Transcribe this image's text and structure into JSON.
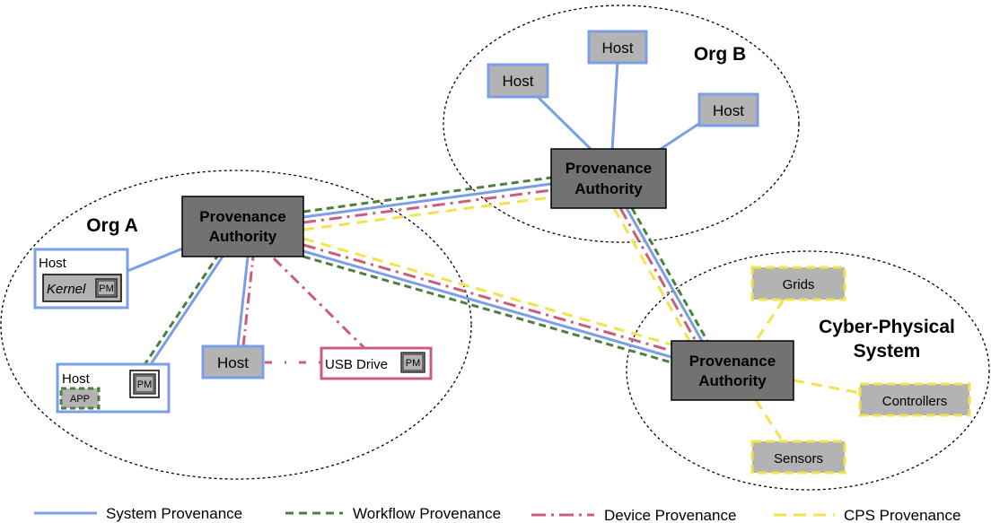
{
  "orgs": {
    "org_a": "Org A",
    "org_b": "Org B",
    "cps_line1": "Cyber-Physical",
    "cps_line2": "System"
  },
  "authorities": {
    "a_line1": "Provenance",
    "a_line2": "Authority",
    "b_line1": "Provenance",
    "b_line2": "Authority",
    "c_line1": "Provenance",
    "c_line2": "Authority"
  },
  "org_b_hosts": [
    "Host",
    "Host",
    "Host"
  ],
  "org_a_nodes": {
    "kernel_host_label": "Host",
    "kernel_label": "Kernel",
    "kernel_pm": "PM",
    "app_host_label": "Host",
    "app_label": "APP",
    "app_pm": "PM",
    "plain_host": "Host",
    "usb_label": "USB Drive",
    "usb_pm": "PM"
  },
  "cps_nodes": [
    "Grids",
    "Controllers",
    "Sensors"
  ],
  "legend": [
    {
      "label": "System Provenance",
      "color": "#7b9ee6",
      "style": "solid"
    },
    {
      "label": "Workflow Provenance",
      "color": "#4d7f3f",
      "style": "dashed"
    },
    {
      "label": "Device Provenance",
      "color": "#cc5c7c",
      "style": "dashdot"
    },
    {
      "label": "CPS Provenance",
      "color": "#f2e34a",
      "style": "dashed"
    }
  ],
  "colors": {
    "system": "#7b9ee6",
    "workflow": "#4d7f3f",
    "device": "#cc5c7c",
    "cps": "#f2e34a",
    "authority_fill": "#727272",
    "node_fill": "#b3b3b3"
  }
}
